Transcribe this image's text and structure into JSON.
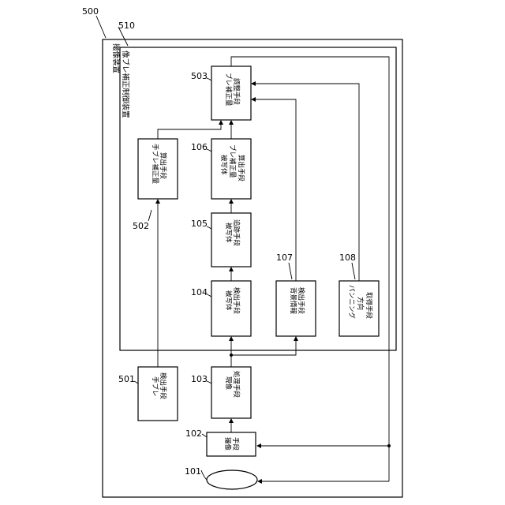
{
  "device": {
    "ref": "500",
    "title": "撮像装置"
  },
  "controller": {
    "ref": "510",
    "title": "像ブレ補正制御装置"
  },
  "blocks": {
    "b101": {
      "ref": "101"
    },
    "b102": {
      "ref": "102",
      "line1": "撮像",
      "line2": "手段"
    },
    "b103": {
      "ref": "103",
      "line1": "現像",
      "line2": "処理手段"
    },
    "b104": {
      "ref": "104",
      "line1": "被写体",
      "line2": "検出手段"
    },
    "b105": {
      "ref": "105",
      "line1": "被写体",
      "line2": "追跡手段"
    },
    "b106": {
      "ref": "106",
      "line1": "被写体",
      "line2": "ブレ補正量",
      "line3": "算出手段"
    },
    "b107": {
      "ref": "107",
      "line1": "背景情報",
      "line2": "検出手段"
    },
    "b108": {
      "ref": "108",
      "line1": "パンニング",
      "line2": "方向",
      "line3": "取得手段"
    },
    "b501": {
      "ref": "501",
      "line1": "手ブレ",
      "line2": "検出手段"
    },
    "b502": {
      "ref": "502",
      "line1": "手ブレ補正量",
      "line2": "算出手段"
    },
    "b503": {
      "ref": "503",
      "line1": "ブレ補正量",
      "line2": "調整手段"
    }
  }
}
